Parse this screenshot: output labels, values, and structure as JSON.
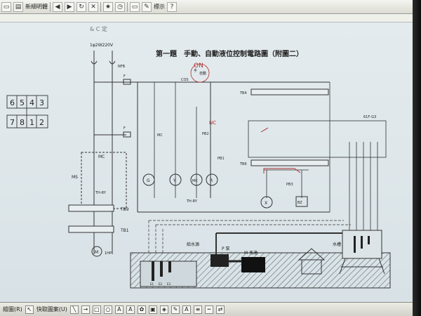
{
  "toolbar": {
    "zoom_label": "新細明體",
    "mode_label": "標示"
  },
  "drawbar": {
    "draw_label": "繪圖(R)",
    "autoshape_label": "快取圖案(U)"
  },
  "drawing": {
    "title": "第一題　手動、自動液位控制電路圖（附圖二）",
    "supply": "1φ2W220V",
    "nfb": "NFB",
    "cos": "COS",
    "manual": "手",
    "auto": "自動",
    "on_note": "ON",
    "mc_coil": "MC",
    "pb2": "PB2",
    "pb1": "PB1",
    "tb_left": "TB4",
    "tb_right": "TB6",
    "tb9": "TB9",
    "tb1": "TB1",
    "thry": "TH-RY",
    "ms": "MS",
    "motor_m": "M",
    "hp": "1HP",
    "fuse1": "F",
    "fuse2": "F",
    "relay_x": "X",
    "buzzer": "BZ",
    "pb3": "PB3",
    "lamp_g": "G",
    "lamp_y": "Y",
    "lamp_mc": "MC",
    "lamp_r": "R",
    "float_label": "61F-G3",
    "pump_p": "P 泵",
    "pump_motor": "M 馬達",
    "water_source": "給水源",
    "tank": "水槽",
    "e_labels": [
      "E1",
      "E2",
      "E3"
    ],
    "handwritten_top": "& C 定",
    "handwritten_nc": "NC",
    "grid_numbers": [
      "6",
      "5",
      "4",
      "3",
      "7",
      "8",
      "1",
      "2"
    ]
  }
}
